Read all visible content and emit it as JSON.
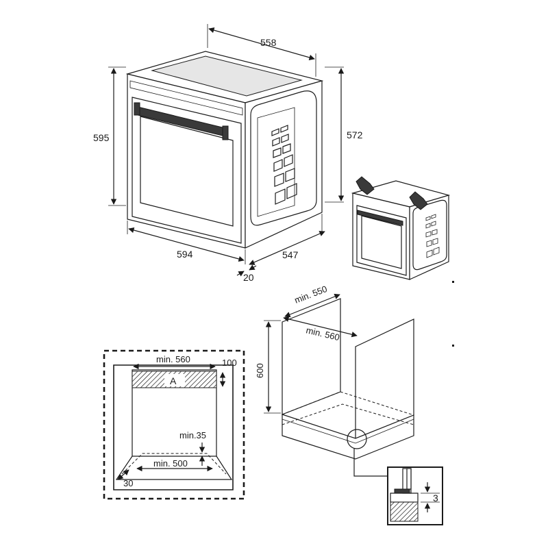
{
  "oven_dimensions": {
    "depth_top": "558",
    "height_front": "595",
    "height_side": "572",
    "width_front": "594",
    "depth_side": "547",
    "front_thickness": "20"
  },
  "cabinet_dimensions": {
    "min_depth": "min. 550",
    "min_width": "min. 560",
    "height": "600"
  },
  "cabinet_front_view": {
    "min_width": "min. 560",
    "top_gap": "100",
    "area_label": "A",
    "min_gap": "min.35",
    "min_bottom_width": "min. 500",
    "side": "30"
  },
  "detail": {
    "gap": "3"
  }
}
